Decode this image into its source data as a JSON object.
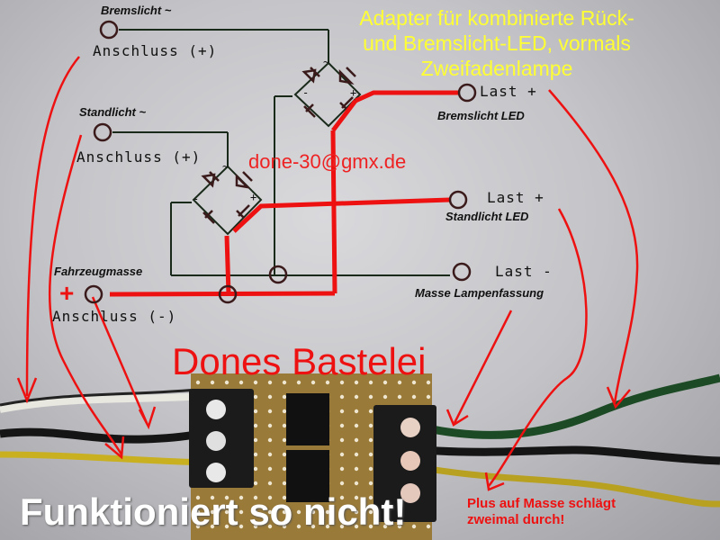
{
  "header": {
    "title_lines": [
      "Adapter für kombinierte Rück-",
      "und Bremslicht-LED, vormals",
      "Zweifadenlampe"
    ]
  },
  "inputs": {
    "brake": {
      "signal": "Bremslicht ~",
      "terminal": "Anschluss (+)"
    },
    "tail": {
      "signal": "Standlicht ~",
      "terminal": "Anschluss (+)"
    },
    "ground": {
      "signal": "Fahrzeugmasse",
      "terminal": "Anschluss (-)",
      "marker": "+"
    }
  },
  "outputs": {
    "brake_led": {
      "terminal": "Last +",
      "label": "Bremslicht LED"
    },
    "tail_led": {
      "terminal": "Last +",
      "label": "Standlicht LED"
    },
    "ground": {
      "terminal": "Last -",
      "label": "Masse Lampenfassung"
    }
  },
  "bridge_pins": {
    "ac": "~",
    "plus": "+",
    "minus": "-"
  },
  "annotations": {
    "email": "done-30@gmx.de",
    "brand": "Dones Bastelei",
    "verdict": "Funktioniert so nicht!",
    "note_lines": [
      "Plus auf Masse schlägt",
      "zweimal durch!"
    ]
  },
  "colors": {
    "schematic": "#1a2a1a",
    "overlay_red": "#ee1111",
    "title_yellow": "#ffff33",
    "board": "#9a7a38",
    "terminal_block": "#1b1b1b"
  }
}
